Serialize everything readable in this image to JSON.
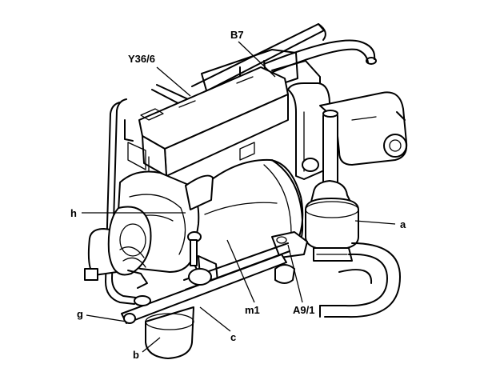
{
  "labels": {
    "y36": "Y36/6",
    "b7": "B7",
    "h": "h",
    "a": "a",
    "g": "g",
    "b": "b",
    "c": "c",
    "m1": "m1",
    "a9": "A9/1"
  }
}
